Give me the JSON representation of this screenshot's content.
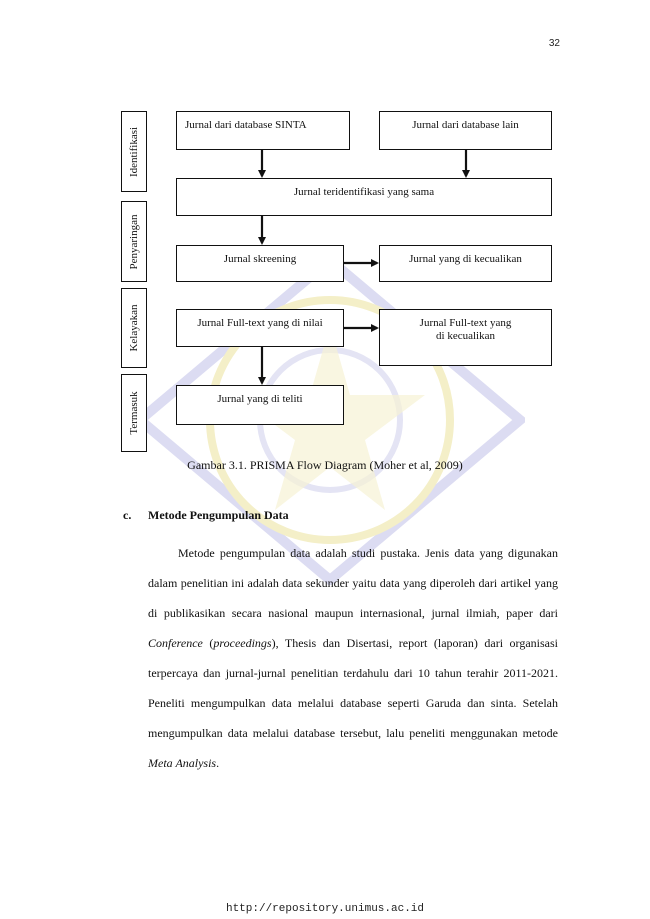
{
  "page_number": "32",
  "diagram": {
    "stages": [
      "Identifikasi",
      "Penyaringan",
      "Kelayakan",
      "Termasuk"
    ],
    "boxes": {
      "sinta": "Jurnal dari database SINTA",
      "other_db": "Jurnal dari database lain",
      "same": "Jurnal teridentifikasi yang sama",
      "screening": "Jurnal skreening",
      "screening_excluded": "Jurnal yang di kecualikan",
      "fulltext": "Jurnal Full-text yang di nilai",
      "fulltext_excluded_line1": "Jurnal Full-text yang",
      "fulltext_excluded_line2": "di kecualikan",
      "included": "Jurnal yang di teliti"
    },
    "caption": "Gambar 3.1. PRISMA Flow Diagram (Moher et al, 2009)"
  },
  "section": {
    "marker": "c.",
    "title": "Metode Pengumpulan Data",
    "paragraph": {
      "p1": "Metode pengumpulan data adalah studi pustaka. Jenis data yang digunakan dalam penelitian ini adalah data sekunder yaitu data yang diperoleh dari artikel yang di publikasikan secara nasional maupun internasional, jurnal ilmiah, paper dari ",
      "conference": "Conference",
      "p2": " (",
      "proceedings": "proceedings",
      "p3": "), Thesis dan Disertasi, report (laporan) dari organisasi terpercaya dan jurnal-jurnal penelitian terdahulu dari 10 tahun terahir 2011-2021. Peneliti mengumpulkan data melalui database seperti Garuda dan sinta. Setelah mengumpulkan data melalui database tersebut, lalu peneliti menggunakan metode ",
      "meta": "Meta Analysis",
      "p4": "."
    }
  },
  "footer_url": "http://repository.unimus.ac.id",
  "colors": {
    "watermark": "#d8d8f0",
    "watermark_yellow": "#f4efc8"
  }
}
